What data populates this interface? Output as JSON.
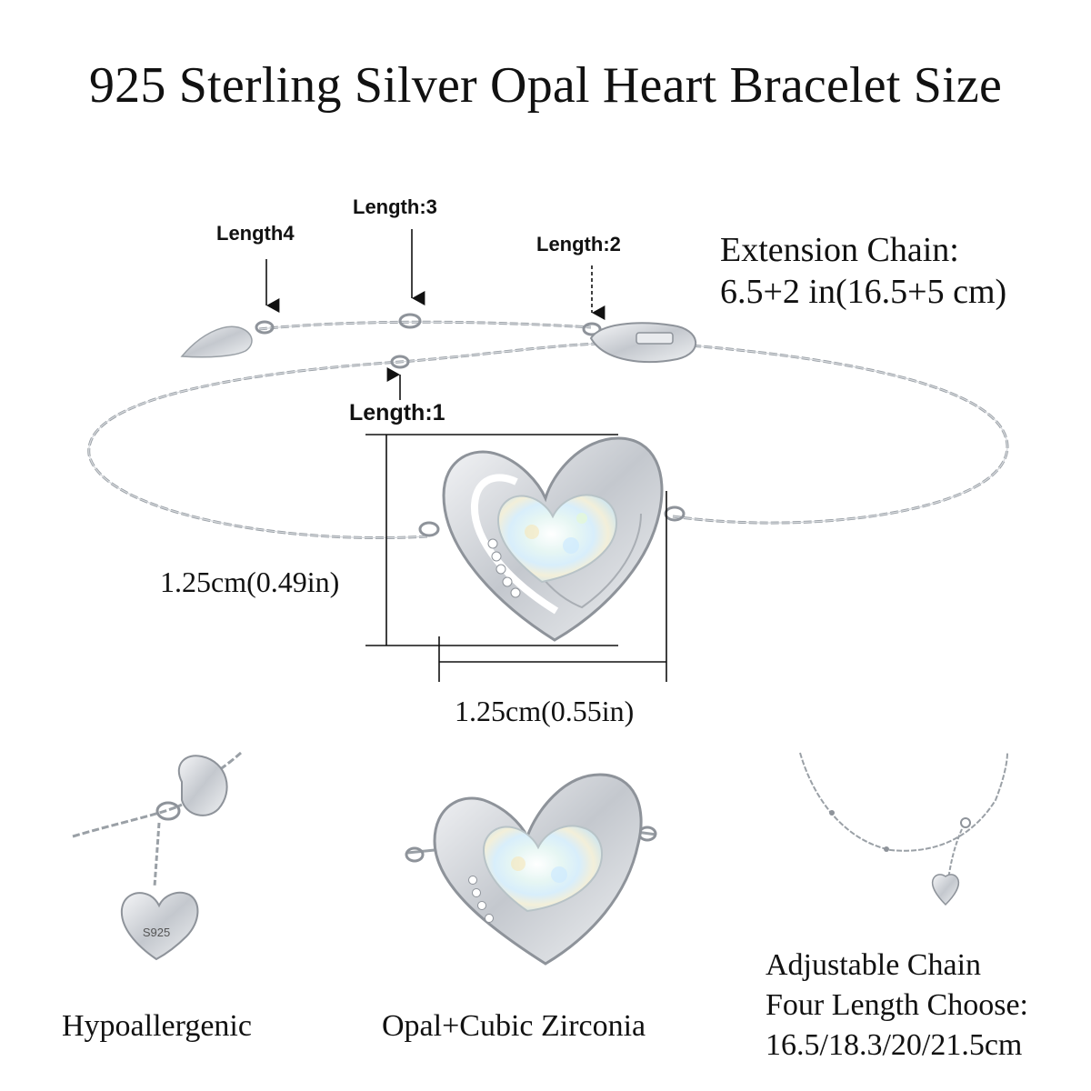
{
  "title": "925 Sterling Silver Opal Heart Bracelet Size",
  "length_labels": {
    "length4": "Length4",
    "length3": "Length:3",
    "length2": "Length:2",
    "length1": "Length:1"
  },
  "extension": {
    "line1": "Extension Chain:",
    "line2": "6.5+2 in(16.5+5 cm)"
  },
  "dimensions": {
    "height": "1.25cm(0.49in)",
    "width": "1.25cm(0.55in)"
  },
  "tag_text": "S925",
  "features": [
    {
      "caption": "Hypoallergenic"
    },
    {
      "caption": "Opal+Cubic Zirconia"
    },
    {
      "caption_lines": [
        "Adjustable Chain",
        "Four Length Choose:",
        "16.5/18.3/20/21.5cm"
      ]
    }
  ],
  "colors": {
    "silver": "#c9ccd1",
    "silver_dark": "#8e939a",
    "opal": "#dff3f4",
    "text": "#111111"
  }
}
